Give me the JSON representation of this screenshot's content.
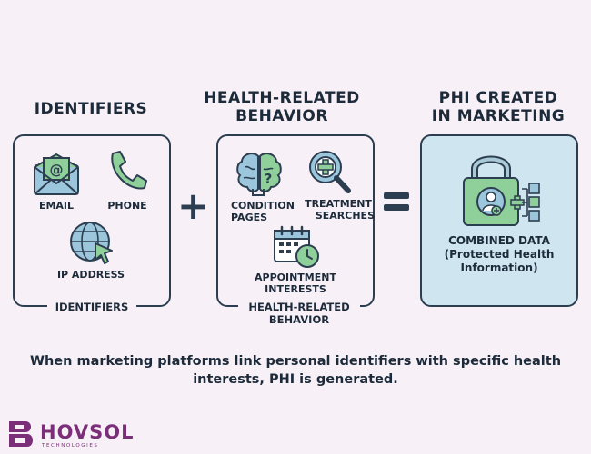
{
  "columns": {
    "identifiers": {
      "heading": "IDENTIFIERS",
      "items": {
        "email": "EMAIL",
        "phone": "PHONE",
        "ip": "IP ADDRESS"
      },
      "box_label": "IDENTIFIERS"
    },
    "behavior": {
      "heading_line1": "HEALTH-RELATED",
      "heading_line2": "BEHAVIOR",
      "items": {
        "condition_line1": "CONDITION",
        "condition_line2": "PAGES",
        "treatment_line1": "TREATMENT",
        "treatment_line2": "SEARCHES",
        "appointment_line1": "APPOINTMENT",
        "appointment_line2": "INTERESTS"
      },
      "box_label_line1": "HEALTH-RELATED",
      "box_label_line2": "BEHAVIOR"
    },
    "phi": {
      "heading_line1": "PHI CREATED",
      "heading_line2": "IN MARKETING",
      "line1": "COMBINED DATA",
      "line2": "(Protected Health",
      "line3": "Information)"
    }
  },
  "operators": {
    "plus": "+",
    "equals": "="
  },
  "caption": {
    "line1": "When marketing platforms link personal identifiers with specific health",
    "line2": "interests, PHI is generated."
  },
  "brand": {
    "name": "HOVSOL",
    "tagline": "TECHNOLOGIES"
  },
  "colors": {
    "background": "#f7f1f7",
    "outline": "#2c3e50",
    "green": "#8fcf9a",
    "blue": "#9cc6dc",
    "phi_fill": "#cfe6f1",
    "brand": "#7a2f78"
  },
  "icons": [
    "envelope-icon",
    "phone-icon",
    "globe-cursor-icon",
    "brain-icon",
    "magnifier-plus-icon",
    "calendar-clock-icon",
    "padlock-user-icon"
  ]
}
